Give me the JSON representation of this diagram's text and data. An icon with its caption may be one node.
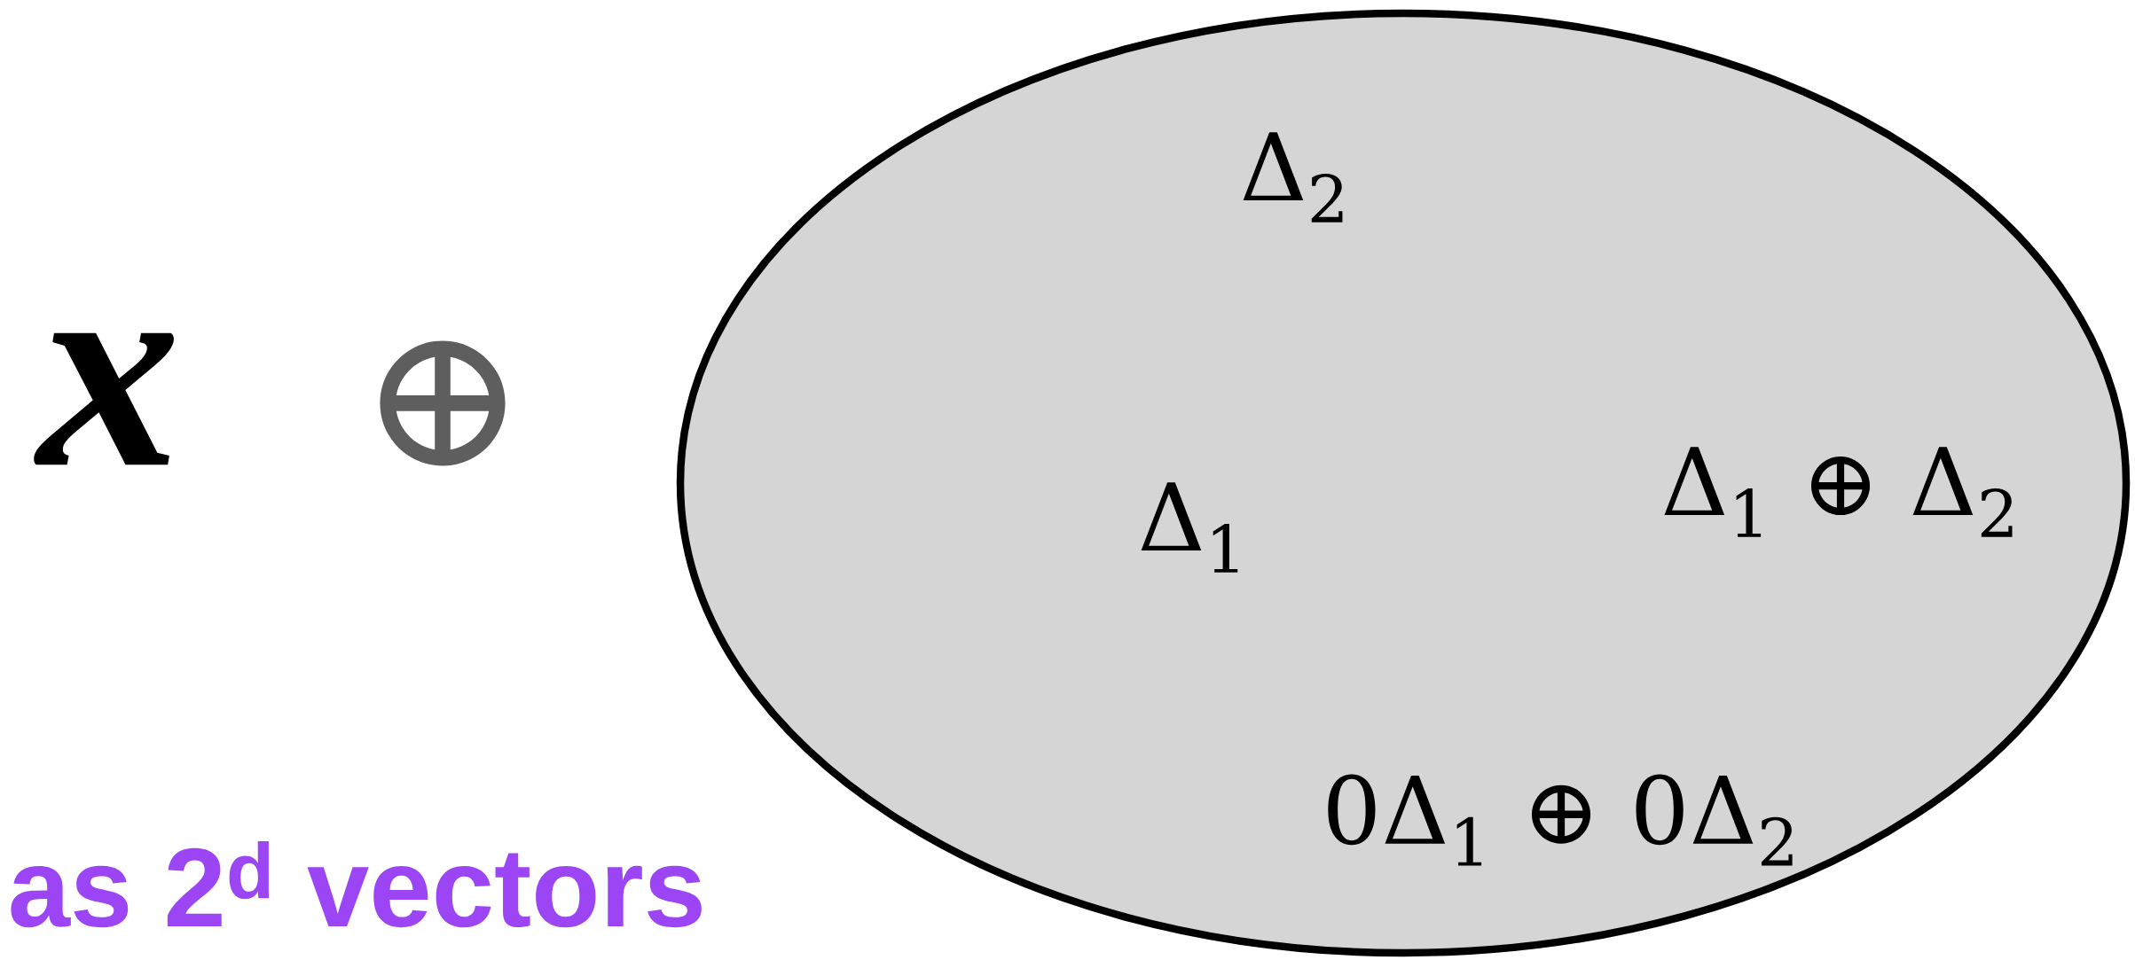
{
  "diagram": {
    "labels": [
      "x",
      "⊕",
      "Δ$_{2}$",
      "Δ$_{1}$",
      "Δ$_{1}$ ⊕ Δ$_{2}$",
      "0Δ$_{1}$ ⊕ 0Δ$_{2}$",
      "as 2$^{d}$ vectors"
    ]
  }
}
